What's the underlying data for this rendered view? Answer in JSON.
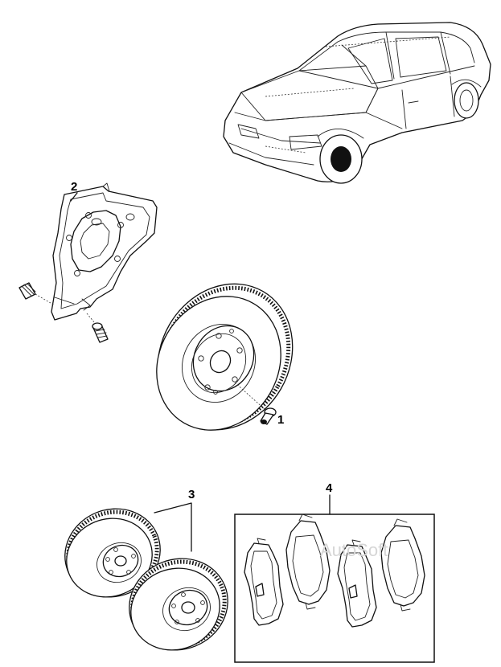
{
  "callouts": {
    "rotor_screw": "1",
    "backing_plate": "2",
    "brake_disc_pair": "3",
    "brake_pad_set": "4"
  },
  "watermark": "AutoSoft",
  "colors": {
    "line": "#111111",
    "background": "#ffffff",
    "watermark": "#d6d6d6"
  }
}
